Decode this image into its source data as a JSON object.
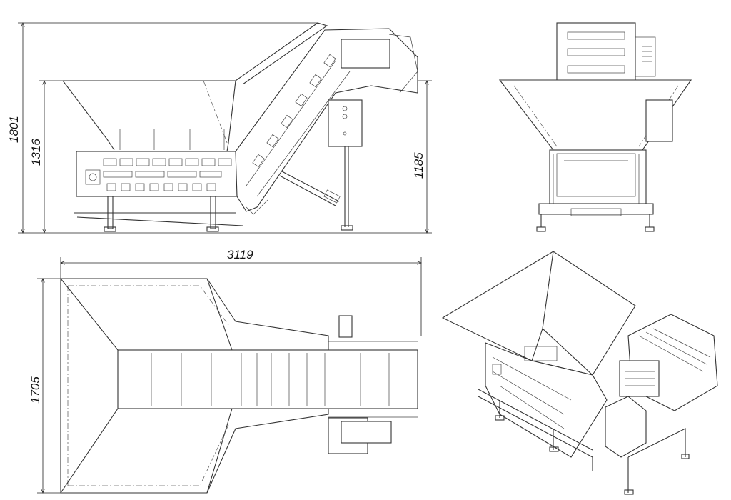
{
  "drawing": {
    "side_view": {
      "overall_height": "1801",
      "hopper_height": "1316",
      "outlet_height": "1185"
    },
    "top_view": {
      "overall_length": "3119",
      "overall_width": "1705"
    }
  }
}
